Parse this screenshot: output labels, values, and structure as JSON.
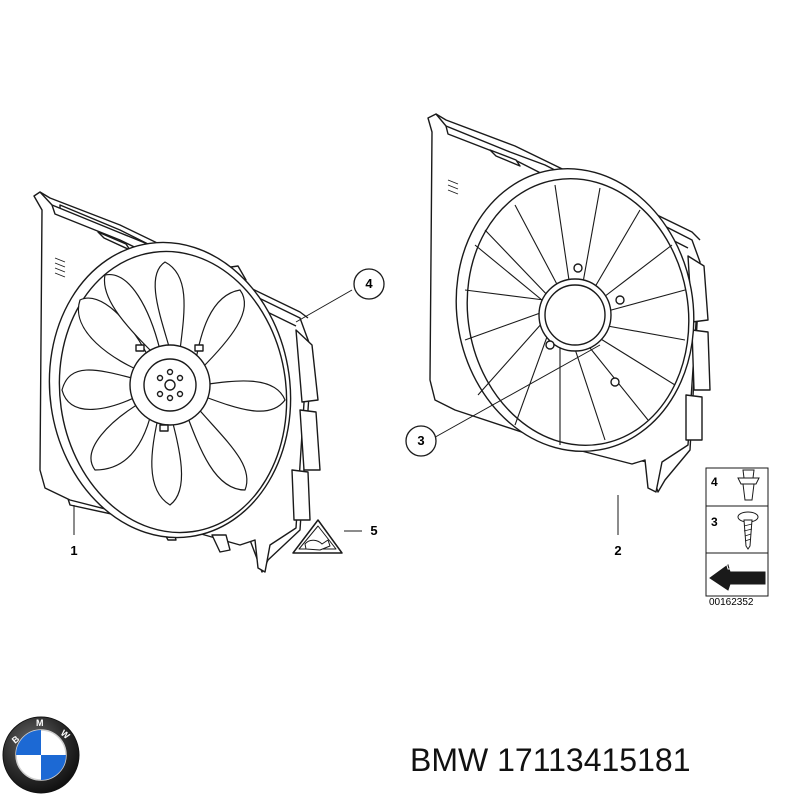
{
  "diagram": {
    "callouts": [
      {
        "id": "c1",
        "label": "1"
      },
      {
        "id": "c2",
        "label": "2"
      },
      {
        "id": "c3",
        "label": "3"
      },
      {
        "id": "c4",
        "label": "4"
      },
      {
        "id": "c5",
        "label": "5"
      }
    ],
    "legend": {
      "rows": [
        {
          "label": "4",
          "icon": "push-rivet-icon"
        },
        {
          "label": "3",
          "icon": "screw-icon"
        },
        {
          "label": "",
          "icon": "arrow-icon"
        }
      ]
    },
    "drawing_number": "00162352"
  },
  "brand": {
    "logo_text": "BMW",
    "caption": "BMW 17113415181"
  },
  "colors": {
    "line": "#1a1a1a",
    "frame_fill": "#ffffff",
    "logo_blue": "#1c69d4",
    "logo_ring": "#222222"
  }
}
